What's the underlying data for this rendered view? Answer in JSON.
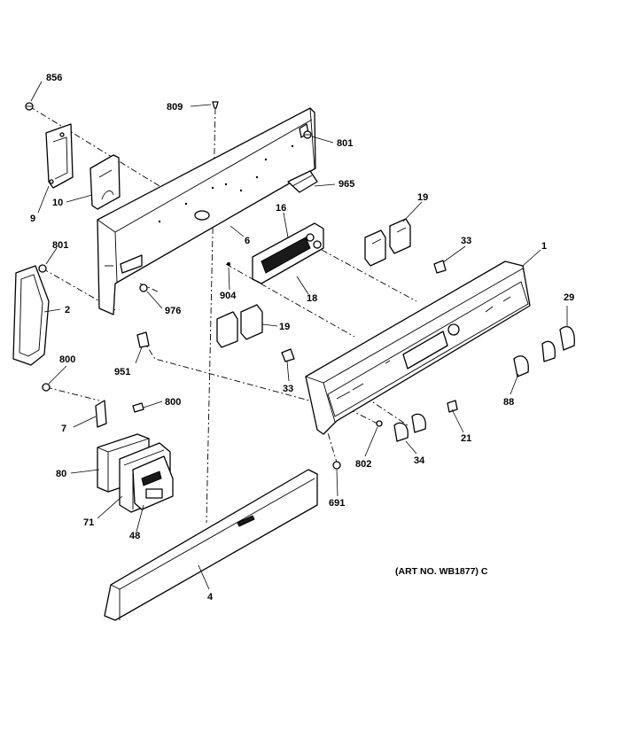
{
  "labels": {
    "p856": "856",
    "p809": "809",
    "p801a": "801",
    "p965": "965",
    "p9": "9",
    "p10": "10",
    "p6": "6",
    "p16": "16",
    "p19a": "19",
    "p801b": "801",
    "p33a": "33",
    "p1": "1",
    "p2": "2",
    "p904": "904",
    "p18": "18",
    "p976": "976",
    "p29": "29",
    "p19b": "19",
    "p800a": "800",
    "p951": "951",
    "p33b": "33",
    "p88": "88",
    "p800b": "800",
    "p7": "7",
    "p21": "21",
    "p34": "34",
    "p802": "802",
    "p80": "80",
    "p691": "691",
    "p71": "71",
    "p48": "48",
    "p4": "4"
  },
  "art_number": "(ART NO. WB1877) C"
}
